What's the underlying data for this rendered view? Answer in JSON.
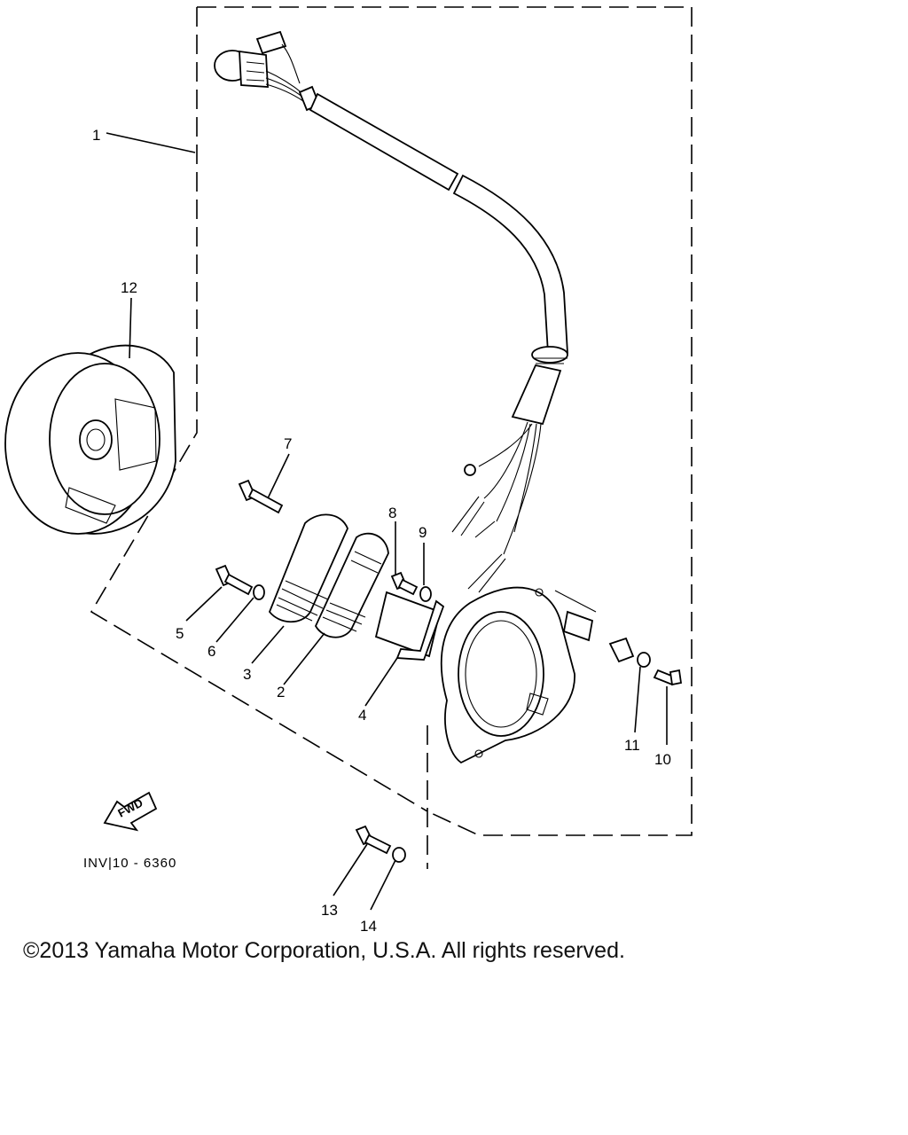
{
  "diagram": {
    "callouts": [
      "1",
      "2",
      "3",
      "4",
      "5",
      "6",
      "7",
      "8",
      "9",
      "10",
      "11",
      "12",
      "13",
      "14"
    ],
    "drawing_code": "INV|10 - 6360",
    "direction_label": "FWD"
  },
  "footer": {
    "copyright": "©2013 Yamaha Motor Corporation, U.S.A. All rights reserved."
  }
}
